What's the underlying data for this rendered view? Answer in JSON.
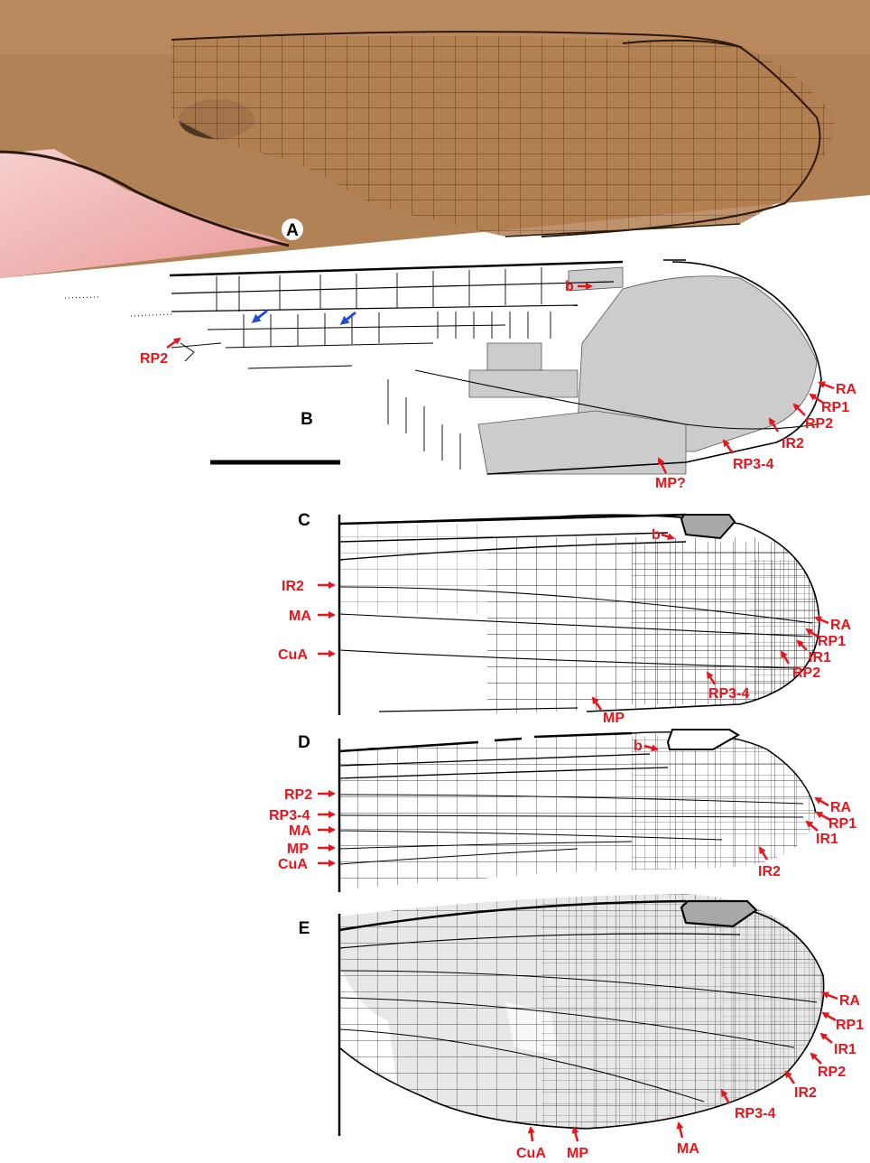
{
  "figure": {
    "panels": {
      "A": "A",
      "B": "B",
      "C": "C",
      "D": "D",
      "E": "E"
    },
    "labels": {
      "B": [
        "b",
        "RP2",
        "RA",
        "RP1",
        "RP2",
        "IR2",
        "RP3-4",
        "MP?"
      ],
      "C": [
        "b",
        "IR2",
        "MA",
        "CuA",
        "RA",
        "RP1",
        "IR1",
        "RP2",
        "RP3-4",
        "MP"
      ],
      "D": [
        "b",
        "RP2",
        "RP3-4",
        "MA",
        "MP",
        "CuA",
        "RA",
        "RP1",
        "IR1",
        "IR2"
      ],
      "E": [
        "RA",
        "RP1",
        "IR1",
        "RP2",
        "IR2",
        "RP3-4",
        "MA",
        "MP",
        "CuA"
      ]
    },
    "colors": {
      "label_red": "#e8141b",
      "blue_arrow": "#1f4fd6",
      "fossil_matrix": "#b08255",
      "cell_fill_dark": "#cccccc",
      "cell_fill_light": "#e4e4e4",
      "stigma_fill": "#a8a8a8"
    }
  }
}
